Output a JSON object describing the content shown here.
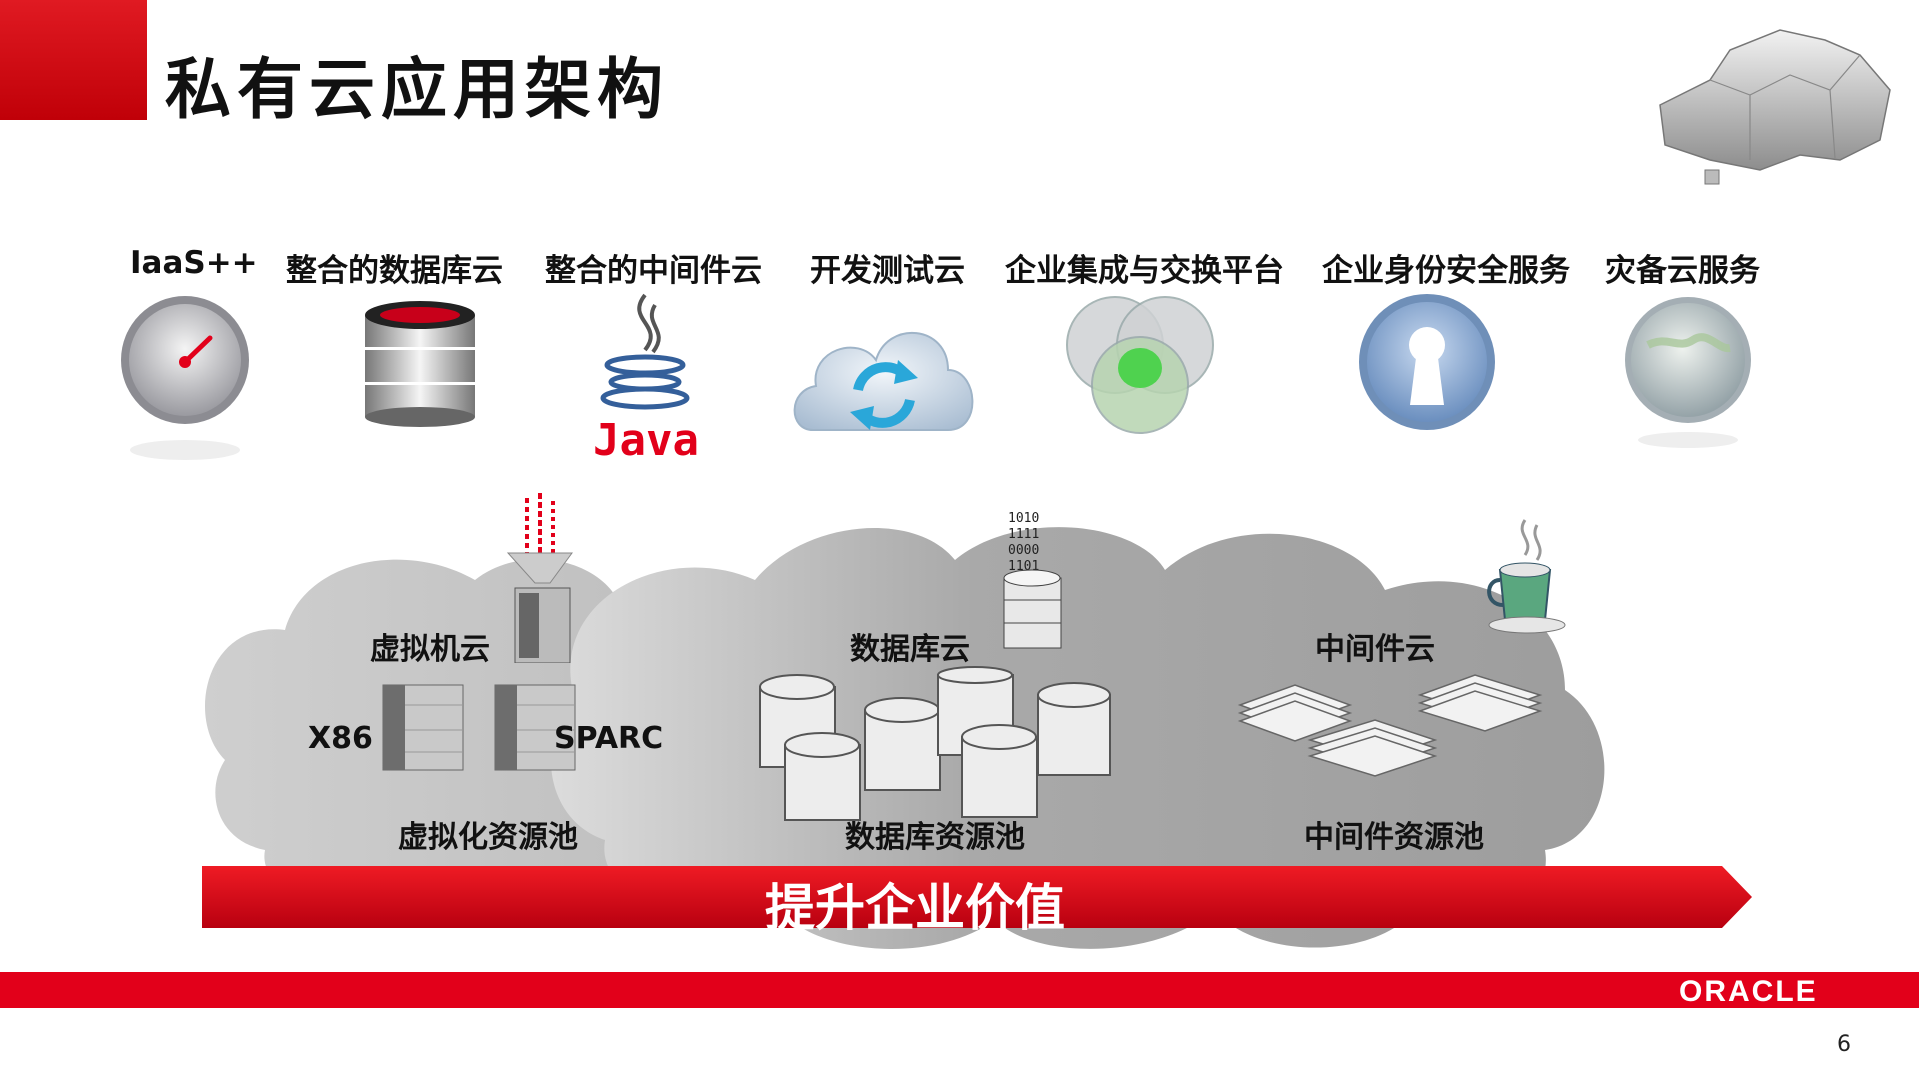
{
  "slide": {
    "title": "私有云应用架构",
    "page_number": "6",
    "logo_text": "ORACLE"
  },
  "services": [
    {
      "label": "IaaS++",
      "icon": "gauge-icon"
    },
    {
      "label": "整合的数据库云",
      "icon": "database-stack-icon"
    },
    {
      "label": "整合的中间件云",
      "icon": "java-logo-icon"
    },
    {
      "label": "开发测试云",
      "icon": "cloud-sync-icon"
    },
    {
      "label": "企业集成与交换平台",
      "icon": "venn-circles-icon"
    },
    {
      "label": "企业身份安全服务",
      "icon": "keyhole-icon"
    },
    {
      "label": "灾备云服务",
      "icon": "globe-icon"
    }
  ],
  "pools": {
    "virtual": {
      "cloud_label": "虚拟机云",
      "x86": "X86",
      "sparc": "SPARC",
      "pool_label": "虚拟化资源池"
    },
    "database": {
      "cloud_label": "数据库云",
      "pool_label": "数据库资源池"
    },
    "middleware": {
      "cloud_label": "中间件云",
      "pool_label": "中间件资源池"
    }
  },
  "banner": {
    "label": "提升企业价值"
  },
  "colors": {
    "accent_red": "#e2001a",
    "cloud_gray": "#b5b5b5"
  }
}
